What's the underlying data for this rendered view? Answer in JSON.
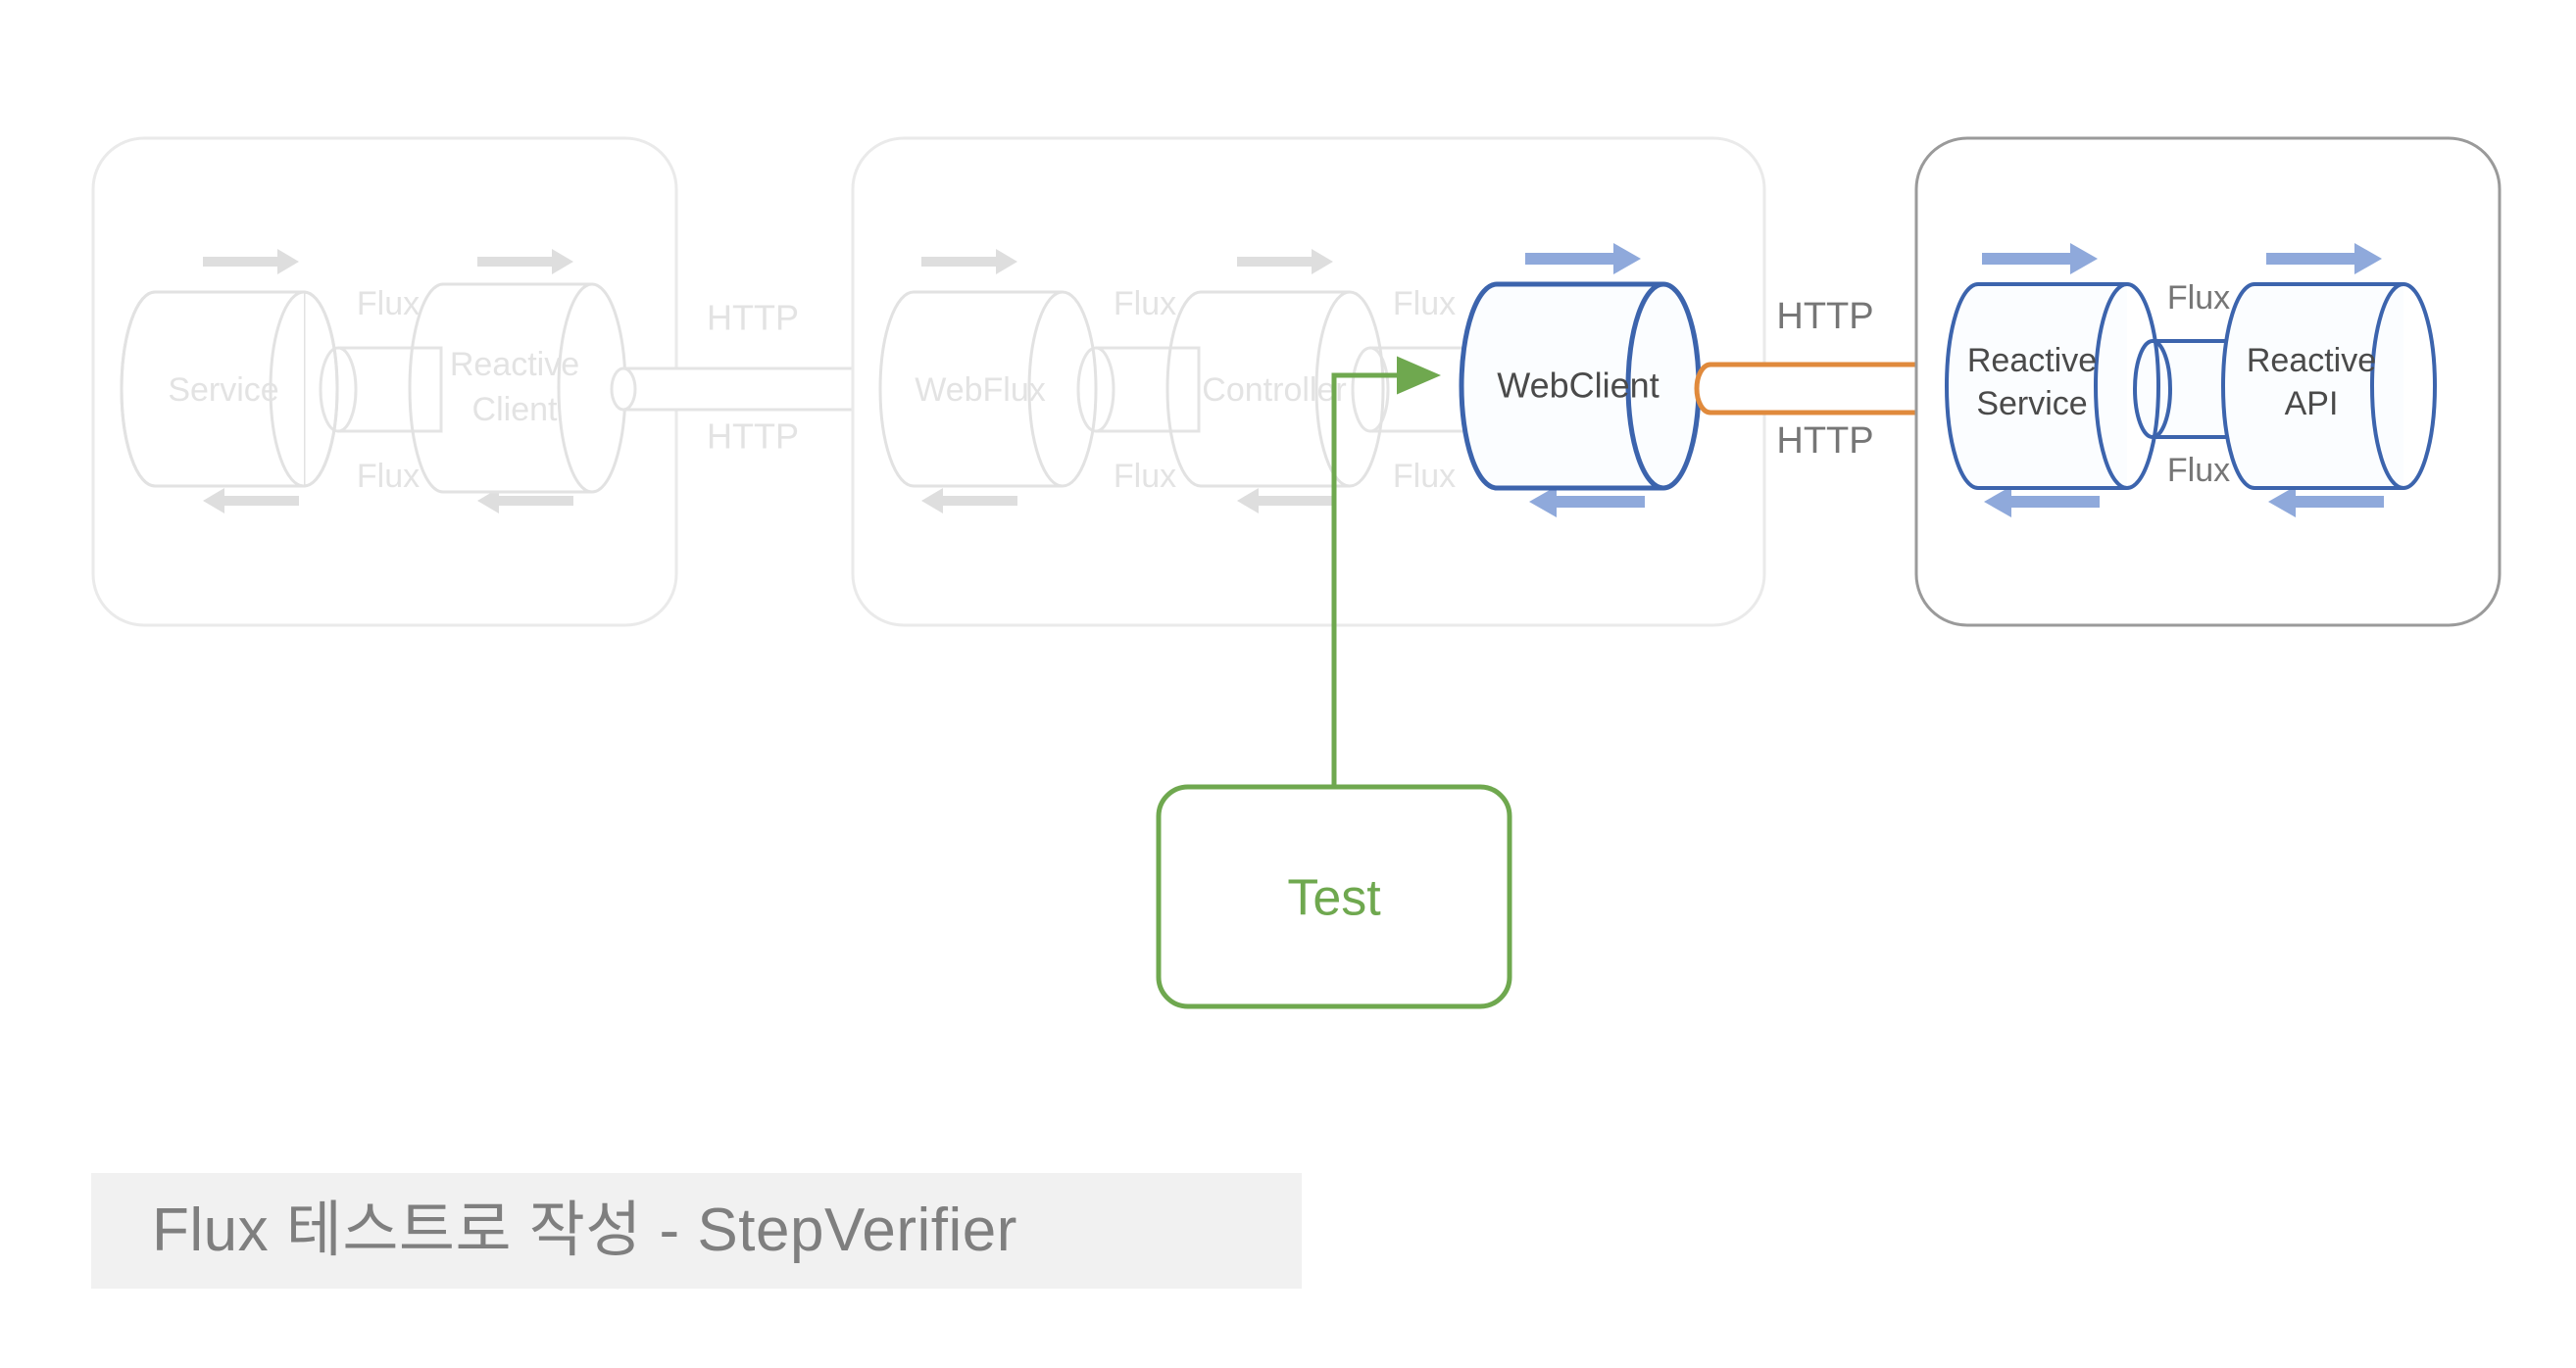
{
  "slide": {
    "background_color": "#ffffff",
    "caption": {
      "text": "Flux 테스트로 작성 - StepVerifier",
      "band_color": "#f1f1f1",
      "text_color": "#7f7f7f"
    }
  },
  "colors": {
    "faded_gray": "#e2e2e2",
    "faded_gray_text": "#e0e0e0",
    "group_border_active": "#9a9a9a",
    "group_border_faded": "#e8e8e8",
    "blue_stroke": "#3c64ad",
    "blue_arrow": "#8fa9db",
    "blue_fill": "#fbfdff",
    "orange_pipe": "#e08a3c",
    "green": "#6fa84f",
    "green_dark": "#5f9341",
    "text_dark": "#4a4a4a",
    "text_gray": "#767676"
  },
  "groups": [
    {
      "id": "client-app",
      "state": "faded",
      "nodes": [
        {
          "id": "service",
          "label": "Service",
          "state": "faded"
        },
        {
          "id": "reactive-client",
          "label": "Reactive\nClient",
          "label_line1": "Reactive",
          "label_line2": "Client",
          "state": "faded"
        }
      ],
      "pipe_labels": [
        "Flux",
        "Flux"
      ]
    },
    {
      "id": "webflux-app",
      "state": "faded",
      "nodes": [
        {
          "id": "webflux",
          "label": "WebFlux",
          "state": "faded"
        },
        {
          "id": "controller",
          "label": "Controller",
          "state": "faded"
        },
        {
          "id": "webclient",
          "label": "WebClient",
          "state": "active"
        }
      ],
      "pipe_labels": [
        "Flux",
        "Flux",
        "Flux",
        "Flux"
      ]
    },
    {
      "id": "backend-app",
      "state": "active",
      "nodes": [
        {
          "id": "reactive-service",
          "label": "Reactive\nService",
          "label_line1": "Reactive",
          "label_line2": "Service",
          "state": "active"
        },
        {
          "id": "reactive-api",
          "label": "Reactive\nAPI",
          "label_line1": "Reactive",
          "label_line2": "API",
          "state": "active"
        }
      ],
      "pipe_labels": [
        "Flux",
        "Flux"
      ]
    }
  ],
  "connectors": [
    {
      "id": "http-left",
      "type": "http-pipe",
      "state": "faded",
      "labels": [
        "HTTP",
        "HTTP"
      ]
    },
    {
      "id": "http-right",
      "type": "http-pipe",
      "state": "active",
      "color": "#e08a3c",
      "labels": [
        "HTTP",
        "HTTP"
      ]
    }
  ],
  "test_node": {
    "id": "test",
    "label": "Test",
    "border_color": "#6fa84f",
    "text_color": "#6fa84f"
  },
  "test_connector": {
    "from": "test",
    "to": "webclient",
    "color": "#6fa84f",
    "arrowhead": "arrow-right"
  },
  "labels": {
    "flux": "Flux",
    "http": "HTTP"
  }
}
